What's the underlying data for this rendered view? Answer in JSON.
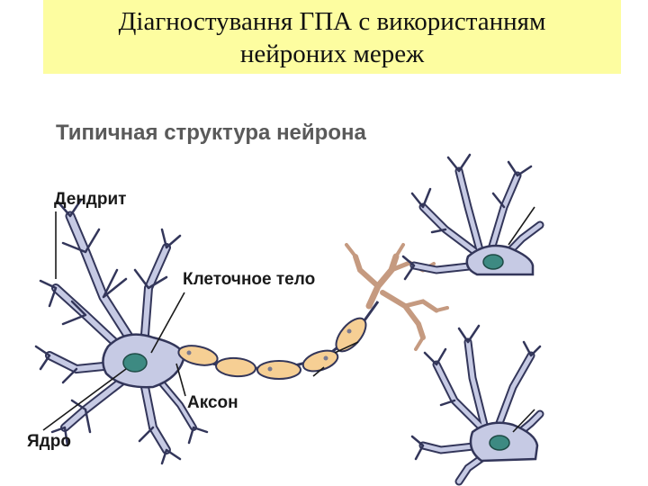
{
  "title": {
    "line1": "Діагностування ГПА с використанням",
    "line2": "нейроних мереж"
  },
  "figure": {
    "title": "Типичная структура нейрона",
    "labels": {
      "dendrite": "Дендрит",
      "cell_body": "Клеточное тело",
      "axon": "Аксон",
      "nucleus": "Ядро"
    }
  },
  "colors": {
    "title_background": "#fdfda0",
    "neuron_fill": "#c6cae4",
    "neuron_stroke": "#33365a",
    "nucleus_fill": "#3d8a82",
    "myelin_fill": "#f6cf94",
    "terminal_fill": "#c59a80"
  }
}
